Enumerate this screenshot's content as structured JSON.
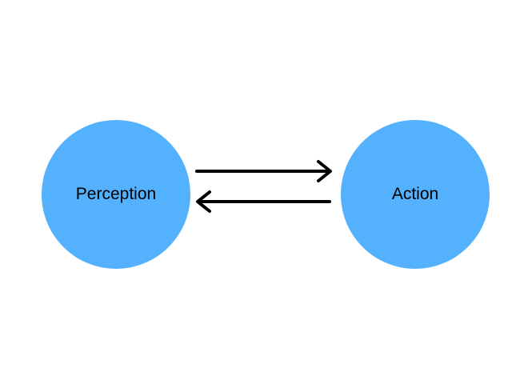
{
  "diagram": {
    "nodes": [
      {
        "label": "Perception",
        "color": "#53B1FD"
      },
      {
        "label": "Action",
        "color": "#53B1FD"
      }
    ],
    "edges": [
      {
        "from": "Perception",
        "to": "Action"
      },
      {
        "from": "Action",
        "to": "Perception"
      }
    ],
    "edge_color": "#000000"
  }
}
